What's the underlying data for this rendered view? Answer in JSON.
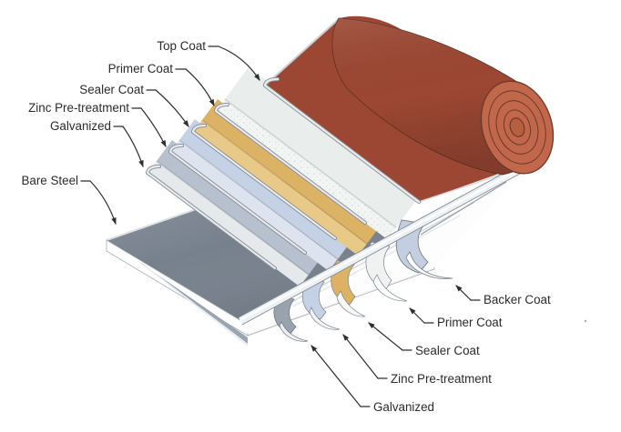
{
  "diagram": {
    "title_semantic": "Coil coating layer structure",
    "left_labels": {
      "top_coat": "Top Coat",
      "primer_coat": "Primer Coat",
      "sealer_coat": "Sealer Coat",
      "zinc_pretreatment": "Zinc Pre-treatment",
      "galvanized": "Galvanized",
      "bare_steel": "Bare Steel"
    },
    "right_labels": {
      "backer_coat": "Backer Coat",
      "primer_coat": "Primer Coat",
      "sealer_coat": "Sealer Coat",
      "zinc_pretreatment": "Zinc Pre-treatment",
      "galvanized": "Galvanized"
    },
    "colors": {
      "top_coat": "#9c4733",
      "roll_face": "#c1674b",
      "roll_ring": "#6e3827",
      "primer_coat": "#f3f5f3",
      "sealer_coat": "#dcb264",
      "zinc_pretreatment": "#c5d1e4",
      "galvanized": "#b6c0ce",
      "galvanized_inner": "#e6e9ec",
      "bare_steel": "#77818d",
      "backer_coat": "#c3cfe0",
      "edge_silver": "#e8ebed",
      "arrow": "#2e2e2e"
    }
  }
}
